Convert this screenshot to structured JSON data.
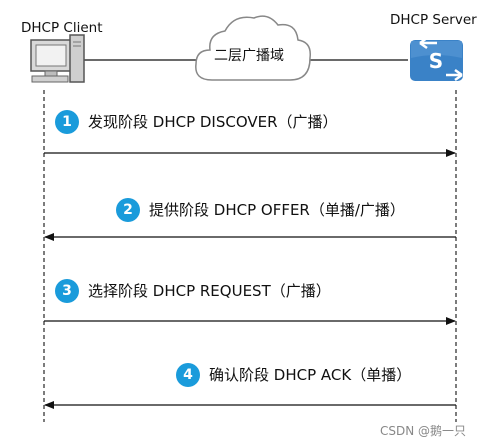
{
  "client_label": "DHCP Client",
  "server_label": "DHCP Server",
  "network_label": "二层广播域",
  "server_icon_letter": "S",
  "accent_color": "#1a9bdb",
  "steps": [
    {
      "number": "1",
      "text": "发现阶段 DHCP DISCOVER（广播）",
      "direction": "client-to-server"
    },
    {
      "number": "2",
      "text": "提供阶段 DHCP OFFER（单播/广播）",
      "direction": "server-to-client"
    },
    {
      "number": "3",
      "text": "选择阶段 DHCP REQUEST（广播）",
      "direction": "client-to-server"
    },
    {
      "number": "4",
      "text": "确认阶段 DHCP ACK（单播）",
      "direction": "server-to-client"
    }
  ],
  "watermark": "CSDN @鹅一只",
  "icons": [
    "computer-icon",
    "cloud-icon",
    "switch-icon"
  ]
}
